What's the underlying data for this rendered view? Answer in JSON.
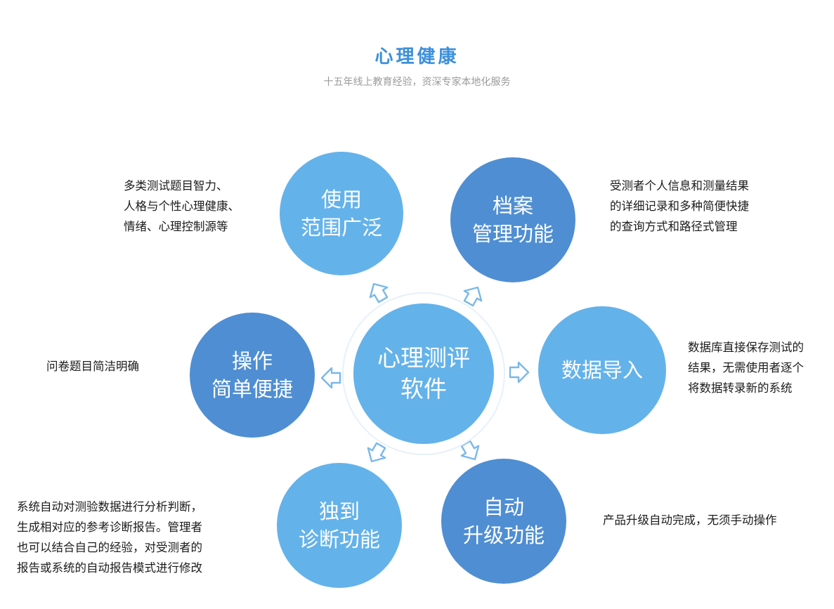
{
  "header": {
    "title": "心理健康",
    "subtitle": "十五年线上教育经验，资深专家本地化服务"
  },
  "center": {
    "lines": [
      "心理测评",
      "软件"
    ]
  },
  "nodes": [
    {
      "key": "scope",
      "label_lines": [
        "使用",
        "范围广泛"
      ],
      "desc_lines": [
        "多类测试题目智力、",
        "人格与个性心理健康、",
        "情绪、心理控制源等"
      ]
    },
    {
      "key": "archive",
      "label_lines": [
        "档案",
        "管理功能"
      ],
      "desc_lines": [
        "受测者个人信息和测量结果",
        "的详细记录和多种简便快捷",
        "的查询方式和路径式管理"
      ]
    },
    {
      "key": "import",
      "label_lines": [
        "数据导入"
      ],
      "desc_lines": [
        "数据库直接保存测试的",
        "结果，无需使用者逐个",
        "将数据转录新的系统"
      ]
    },
    {
      "key": "upgrade",
      "label_lines": [
        "自动",
        "升级功能"
      ],
      "desc_lines": [
        "产品升级自动完成，无须手动操作"
      ]
    },
    {
      "key": "diagnosis",
      "label_lines": [
        "独到",
        "诊断功能"
      ],
      "desc_lines": [
        "系统自动对测验数据进行分析判断，",
        "生成相对应的参考诊断报告。管理者",
        "也可以结合自己的经验，对受测者的",
        "报告或系统的自动报告模式进行修改"
      ]
    },
    {
      "key": "operation",
      "label_lines": [
        "操作",
        "简单便捷"
      ],
      "desc_lines": [
        "问卷题目简洁明确"
      ]
    }
  ],
  "colors": {
    "title": "#3c8fdc",
    "light_circle": "#64b2ea",
    "dark_circle": "#4f8ed2",
    "arrow": "#7ab8e8"
  }
}
